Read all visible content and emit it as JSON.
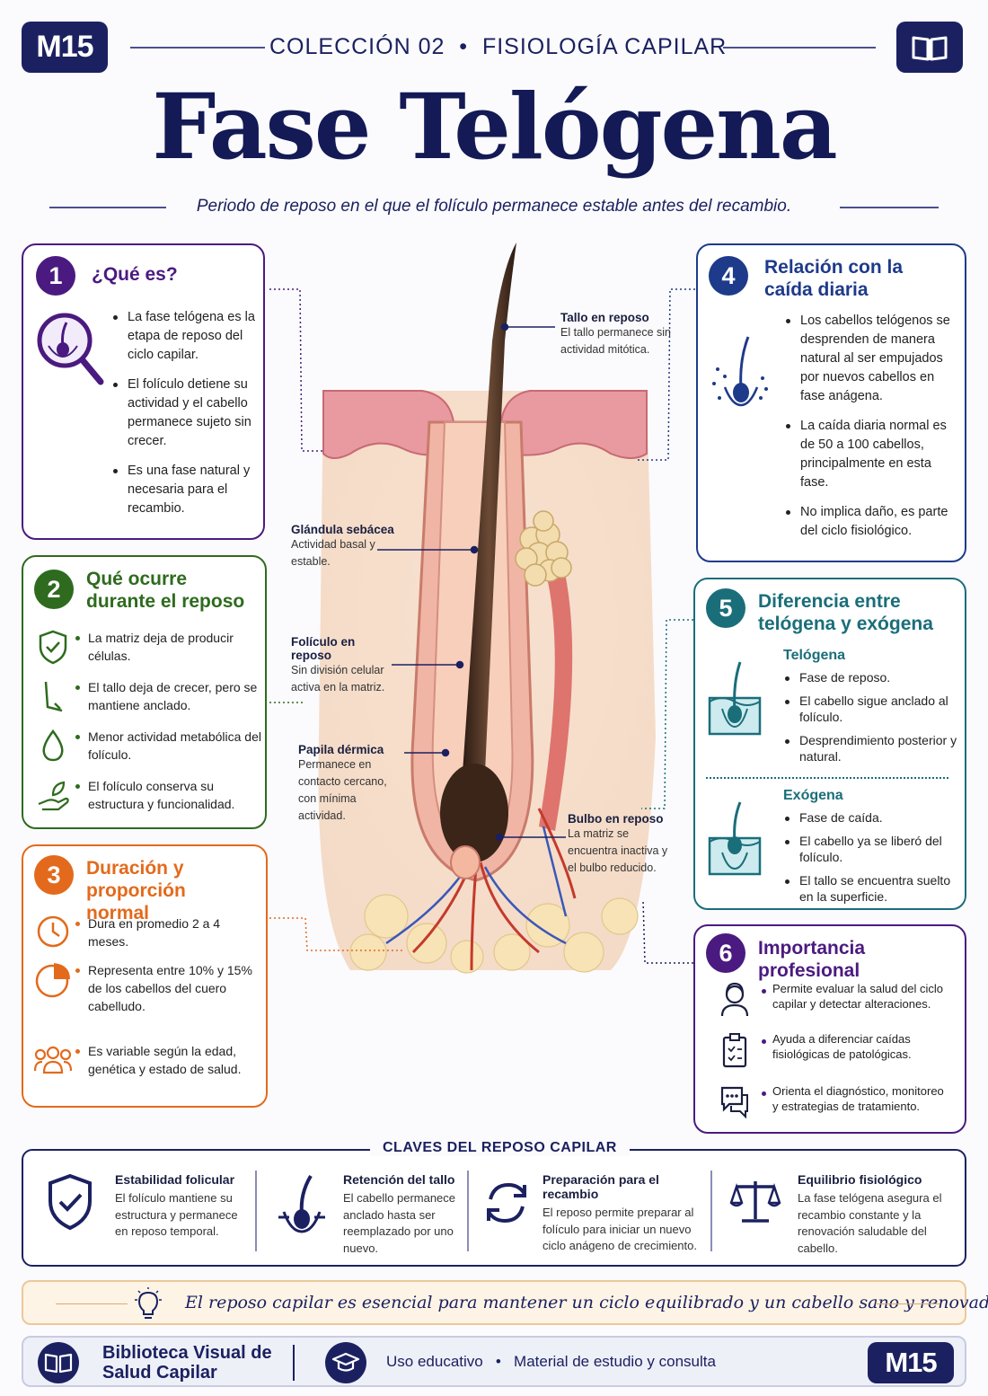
{
  "header": {
    "badge": "M15",
    "collection": "COLECCIÓN 02",
    "dot": "•",
    "topic": "FISIOLOGÍA CAPILAR",
    "book_icon": "open-book-icon"
  },
  "title": "Fase Telógena",
  "subtitle": "Periodo de reposo en el que el folículo permanece estable antes del recambio.",
  "colors": {
    "navy": "#1b2160",
    "purple": "#4b1a80",
    "green": "#2e6b1e",
    "orange": "#e36a1c",
    "blue": "#1e3a8a",
    "teal": "#1a6e7a"
  },
  "section1": {
    "number": "1",
    "title": "¿Qué es?",
    "icon": "magnifier-hair-icon",
    "bullets": [
      "La fase telógena es la etapa de reposo del ciclo capilar.",
      "El folículo detiene su actividad y el cabello permanece sujeto sin crecer.",
      "Es una fase natural y necesaria para el recambio."
    ]
  },
  "section2": {
    "number": "2",
    "title": "Qué ocurre durante el reposo",
    "items": [
      {
        "icon": "shield-check-icon",
        "text": "La matriz deja de producir células."
      },
      {
        "icon": "hair-anchor-icon",
        "text": "El tallo deja de crecer, pero se mantiene anclado."
      },
      {
        "icon": "drop-icon",
        "text": "Menor actividad metabólica del folículo."
      },
      {
        "icon": "hand-leaf-icon",
        "text": "El folículo conserva su estructura y funcionalidad."
      }
    ]
  },
  "section3": {
    "number": "3",
    "title": "Duración y proporción normal",
    "items": [
      {
        "icon": "clock-icon",
        "text": "Dura en promedio 2 a 4 meses."
      },
      {
        "icon": "pie-chart-icon",
        "text": "Representa entre 10% y 15% de los cabellos del cuero cabelludo."
      },
      {
        "icon": "people-icon",
        "text": "Es variable según la edad, genética y estado de salud."
      }
    ]
  },
  "section4": {
    "number": "4",
    "title": "Relación con la caída diaria",
    "icon": "falling-hair-icon",
    "bullets": [
      "Los cabellos telógenos se desprenden de manera natural al ser empujados por nuevos cabellos en fase anágena.",
      "La caída diaria normal es de 50 a 100 cabellos, principalmente en esta fase.",
      "No implica daño, es parte del ciclo fisiológico."
    ]
  },
  "section5": {
    "number": "5",
    "title": "Diferencia entre telógena y exógena",
    "telogen": {
      "title": "Telógena",
      "icon": "anchored-hair-icon",
      "bullets": [
        "Fase de reposo.",
        "El cabello sigue anclado al folículo.",
        "Desprendimiento posterior y natural."
      ]
    },
    "exogen": {
      "title": "Exógena",
      "icon": "released-hair-icon",
      "bullets": [
        "Fase de caída.",
        "El cabello ya se liberó del folículo.",
        "El tallo se encuentra suelto en la superficie."
      ]
    }
  },
  "section6": {
    "number": "6",
    "title": "Importancia profesional",
    "items": [
      {
        "icon": "professional-icon",
        "text": "Permite evaluar la salud del ciclo capilar y detectar alteraciones."
      },
      {
        "icon": "clipboard-icon",
        "text": "Ayuda a diferenciar caídas fisiológicas de patológicas."
      },
      {
        "icon": "chat-icon",
        "text": "Orienta el diagnóstico, monitoreo y estrategias de tratamiento."
      }
    ]
  },
  "labels": {
    "tallo": {
      "title": "Tallo en reposo",
      "text": "El tallo permanece sin actividad mitótica."
    },
    "glandula": {
      "title": "Glándula sebácea",
      "text": "Actividad basal y estable."
    },
    "foliculo": {
      "title": "Folículo en reposo",
      "text": "Sin división celular activa en la matriz."
    },
    "papila": {
      "title": "Papila dérmica",
      "text": "Permanece en contacto cercano, con mínima actividad."
    },
    "bulbo": {
      "title": "Bulbo en reposo",
      "text": "La matriz se encuentra inactiva y el bulbo reducido."
    }
  },
  "keys": {
    "title": "CLAVES DEL REPOSO CAPILAR",
    "items": [
      {
        "icon": "shield-check-icon",
        "title": "Estabilidad folicular",
        "text": "El folículo mantiene su estructura y permanece en reposo temporal."
      },
      {
        "icon": "hair-root-icon",
        "title": "Retención del tallo",
        "text": "El cabello permanece anclado hasta ser reemplazado por uno nuevo."
      },
      {
        "icon": "cycle-arrows-icon",
        "title": "Preparación para el recambio",
        "text": "El reposo permite preparar al folículo para iniciar un nuevo ciclo anágeno de crecimiento."
      },
      {
        "icon": "balance-scale-icon",
        "title": "Equilibrio fisiológico",
        "text": "La fase telógena asegura el recambio constante y la renovación saludable del cabello."
      }
    ]
  },
  "quote": {
    "icon": "lightbulb-icon",
    "text": "El reposo capilar es esencial para mantener un ciclo equilibrado y un cabello sano y renovado."
  },
  "footer": {
    "library": "Biblioteca Visual de Salud Capilar",
    "book_icon": "open-book-icon",
    "cap_icon": "graduation-cap-icon",
    "use": "Uso educativo",
    "dot": "•",
    "material": "Material de estudio y consulta",
    "badge": "M15"
  }
}
